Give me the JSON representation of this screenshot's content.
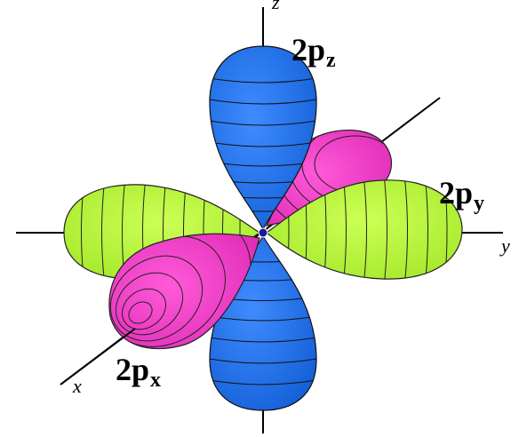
{
  "axes": {
    "x_label": "x",
    "y_label": "y",
    "z_label": "z"
  },
  "orbitals": {
    "pz": {
      "main": "2p",
      "sub": "z"
    },
    "py": {
      "main": "2p",
      "sub": "y"
    },
    "px": {
      "main": "2p",
      "sub": "x"
    }
  },
  "colors": {
    "pz_lobe": "#1e73f0",
    "py_lobe": "#b8f23a",
    "px_lobe": "#f03cc8",
    "nucleus": "#1a1aa0",
    "axis_line": "#000000"
  }
}
